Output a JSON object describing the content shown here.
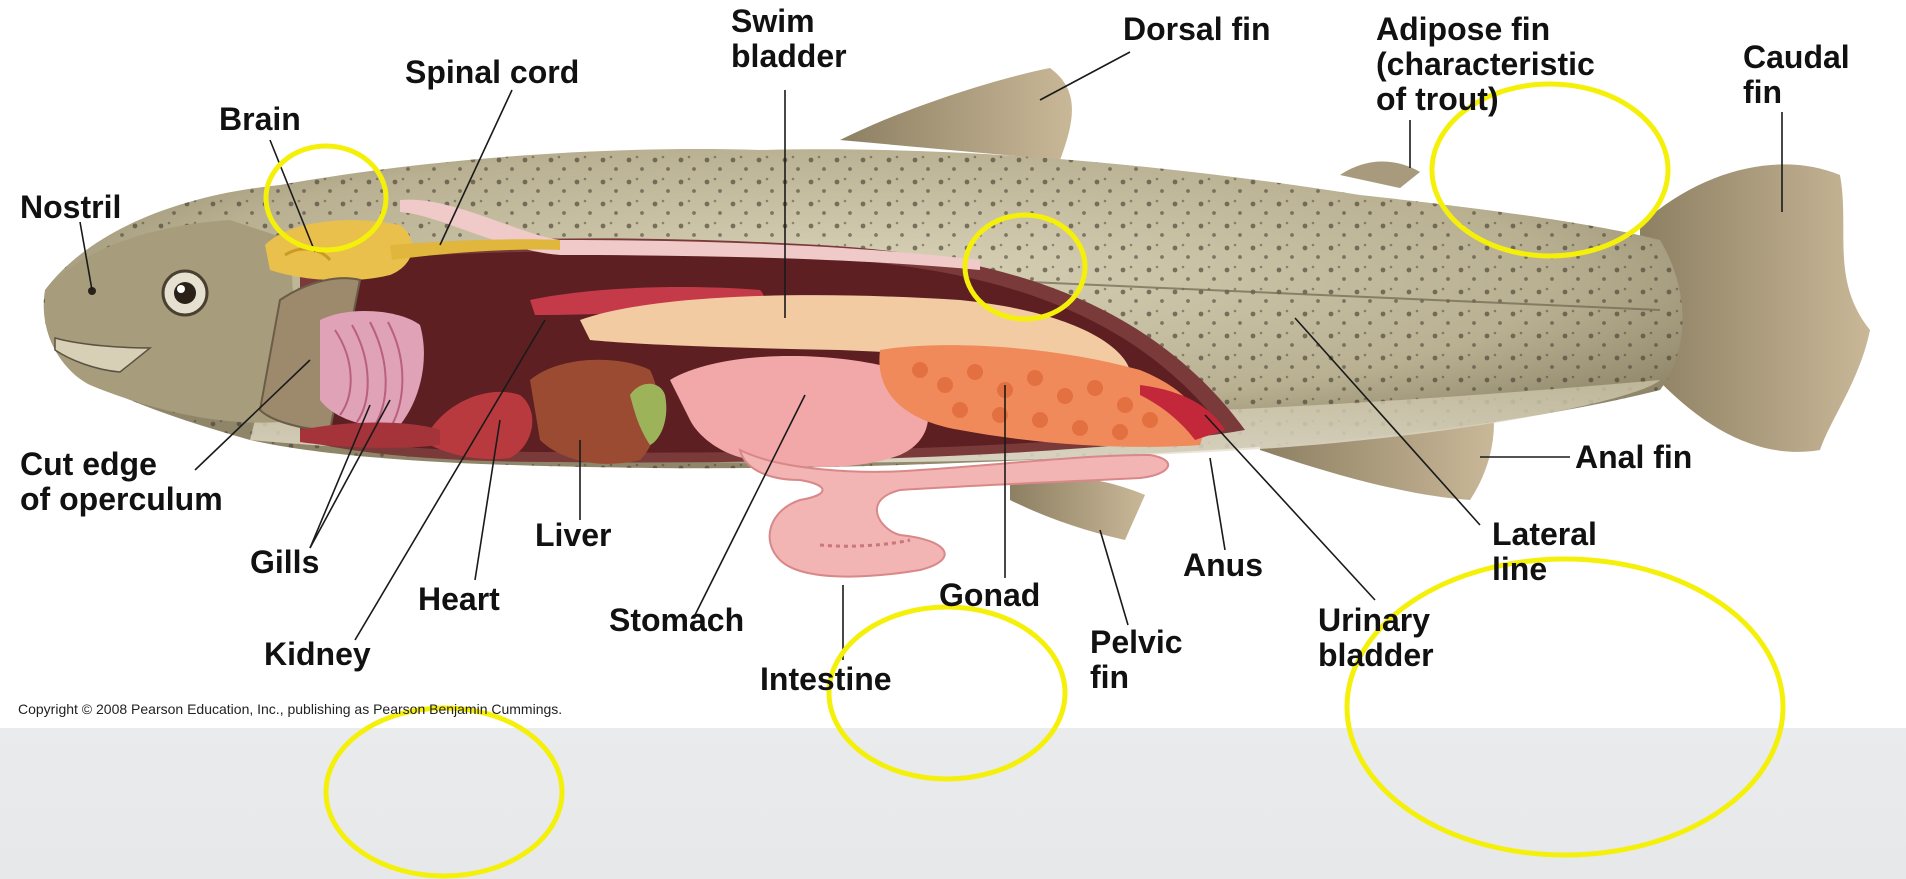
{
  "labels": {
    "swim_bladder": "Swim\nbladder",
    "dorsal_fin": "Dorsal fin",
    "adipose_fin": "Adipose fin\n(characteristic\nof trout)",
    "caudal_fin": "Caudal\nfin",
    "spinal_cord": "Spinal cord",
    "brain": "Brain",
    "nostril": "Nostril",
    "cut_edge": "Cut edge\nof operculum",
    "gills": "Gills",
    "kidney": "Kidney",
    "heart": "Heart",
    "liver": "Liver",
    "stomach": "Stomach",
    "intestine": "Intestine",
    "gonad": "Gonad",
    "pelvic_fin": "Pelvic\nfin",
    "anus": "Anus",
    "urinary_bladder": "Urinary\nbladder",
    "lateral_line": "Lateral\nline",
    "anal_fin": "Anal fin"
  },
  "copyright": "Copyright © 2008 Pearson Education, Inc., publishing as Pearson Benjamin Cummings.",
  "colors": {
    "highlight": "#f5f00a",
    "leader_line": "#1a1a1a",
    "background": "#e9ebed"
  }
}
